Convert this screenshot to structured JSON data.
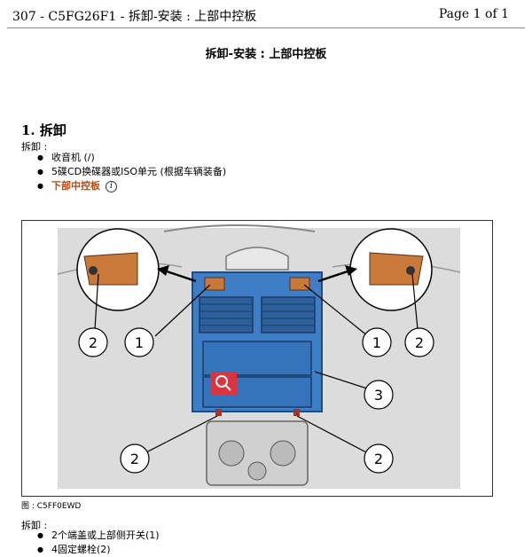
{
  "header": {
    "left": "307 - C5FG26F1 - 拆卸-安装 : 上部中控板",
    "right": "Page 1 of 1"
  },
  "title": "拆卸-安装 : 上部中控板",
  "section1": {
    "heading": "1. 拆卸",
    "label": "拆卸 :",
    "items": [
      "收音机 (/)",
      "5碟CD换碟器或ISO单元 (根据车辆装备)"
    ],
    "link": "下部中控板"
  },
  "figure": {
    "callouts": [
      "2",
      "1",
      "1",
      "2",
      "3",
      "2",
      "2"
    ],
    "caption": "图 : C5FF0EWD"
  },
  "section2": {
    "label": "拆卸 :",
    "items": [
      "2个端盖或上部侧开关(1)",
      "4固定螺栓(2)"
    ]
  },
  "colors": {
    "highlight_blue": "#3d7ec7",
    "link_color": "#b84a12",
    "magnifier_red": "#d9343f"
  },
  "icons": [
    "info-icon",
    "magnifier-icon"
  ]
}
